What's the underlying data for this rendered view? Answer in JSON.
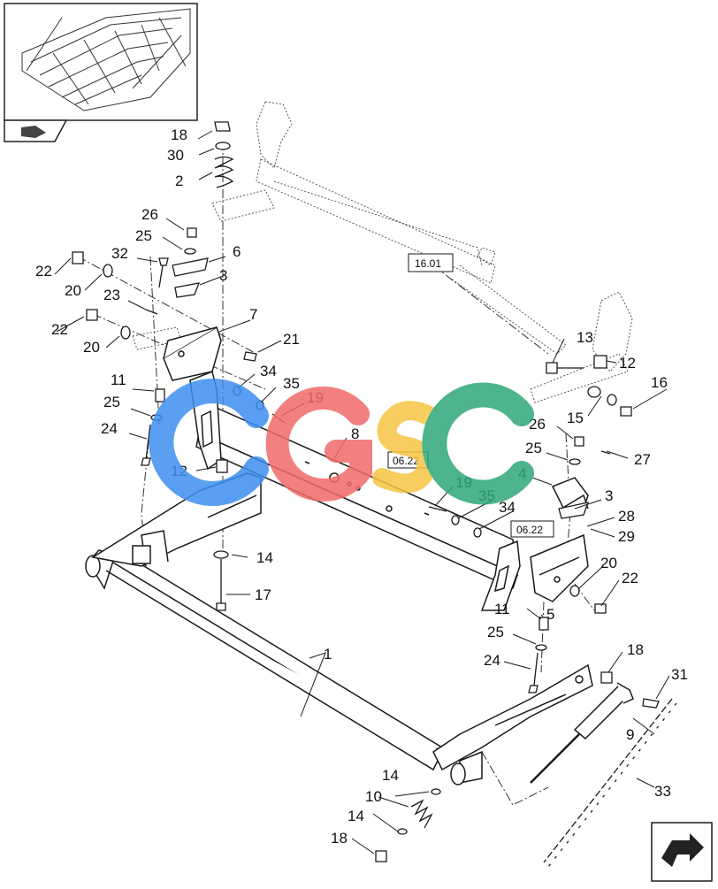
{
  "labels": {
    "l1": "1",
    "l2": "2",
    "l3a": "3",
    "l3b": "3",
    "l4": "4",
    "l5": "5",
    "l6": "6",
    "l7": "7",
    "l8": "8",
    "l9": "9",
    "l10": "10",
    "l11a": "11",
    "l11b": "11",
    "l12a": "12",
    "l12b": "12",
    "l13": "13",
    "l14a": "14",
    "l14b": "14",
    "l14c": "14",
    "l15": "15",
    "l16": "16",
    "l17": "17",
    "l18a": "18",
    "l18b": "18",
    "l18c": "18",
    "l19a": "19",
    "l19b": "19",
    "l20a": "20",
    "l20b": "20",
    "l20c": "20",
    "l21": "21",
    "l22a": "22",
    "l22b": "22",
    "l22c": "22",
    "l23": "23",
    "l24a": "24",
    "l24b": "24",
    "l25a": "25",
    "l25b": "25",
    "l25c": "25",
    "l26a": "26",
    "l26b": "26",
    "l27": "27",
    "l28": "28",
    "l29": "29",
    "l30": "30",
    "l31": "31",
    "l32": "32",
    "l33": "33",
    "l34a": "34",
    "l34b": "34",
    "l35a": "35",
    "l35b": "35"
  },
  "refs": {
    "r1": "16.01",
    "r2": "06.22",
    "r3": "06.22"
  },
  "watermark": "CGSC",
  "colors": {
    "line": "#1a1a1a",
    "ghost": "#555555",
    "wm_c1": "#3d8ef0",
    "wm_g": "#f26a6a",
    "wm_s": "#f5c542",
    "wm_c2": "#2ea87a"
  }
}
